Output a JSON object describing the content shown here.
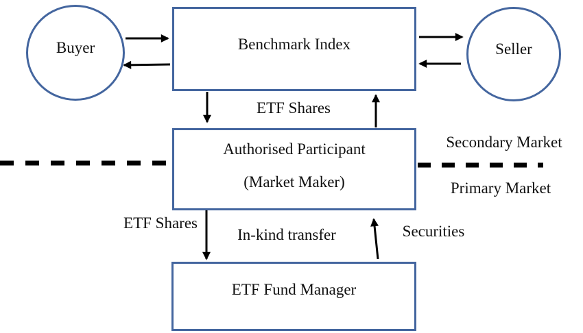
{
  "nodes": {
    "buyer": {
      "label": "Buyer"
    },
    "benchmark_index": {
      "label": "Benchmark Index"
    },
    "seller": {
      "label": "Seller"
    },
    "authorised_participant": {
      "label": "Authorised Participant",
      "sublabel": "(Market Maker)"
    },
    "etf_fund_manager": {
      "label": "ETF Fund Manager"
    }
  },
  "flow_labels": {
    "etf_shares_top": "ETF Shares",
    "etf_shares_left": "ETF Shares",
    "in_kind_transfer": "In-kind transfer",
    "securities": "Securities"
  },
  "region_labels": {
    "secondary_market": "Secondary Market",
    "primary_market": "Primary Market"
  },
  "colors": {
    "shape_border": "#44669f",
    "arrow": "#000000",
    "background": "#ffffff",
    "text": "#111111"
  }
}
